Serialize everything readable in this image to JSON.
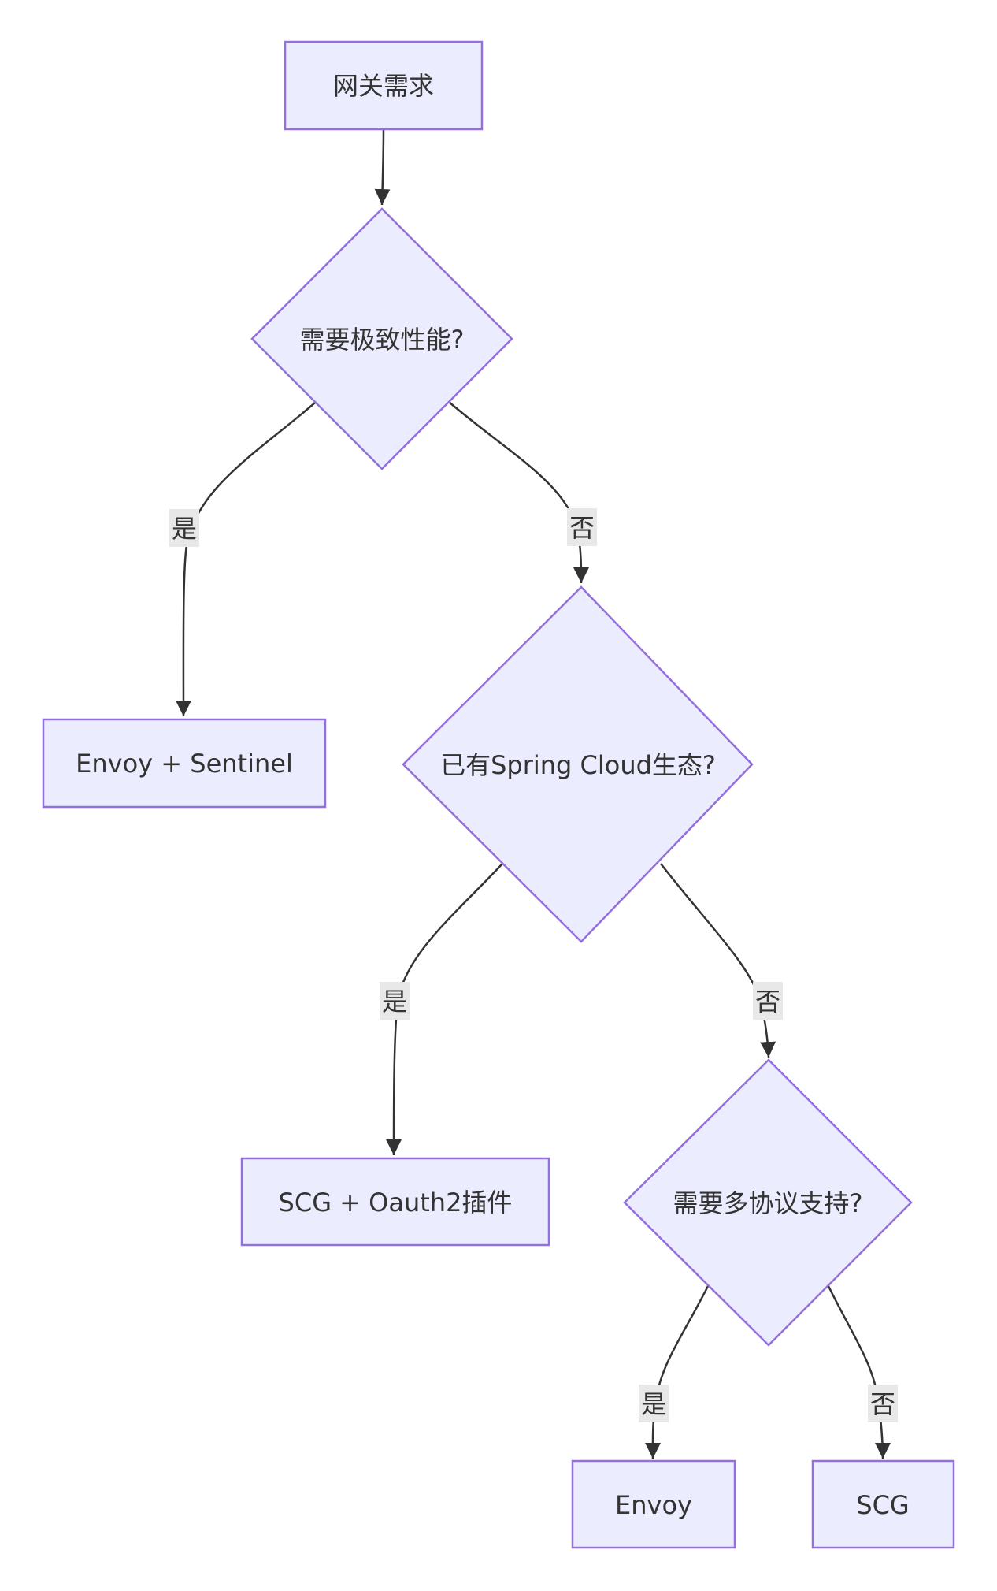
{
  "diagram_type": "flowchart-decision-tree",
  "colors": {
    "background": "#ffffff",
    "node_fill": "#ECECFF",
    "node_border": "#9370DB",
    "edge_color": "#333333",
    "text_color": "#333333",
    "edge_label_bg": "#e8e8e8"
  },
  "nodes": {
    "start": {
      "label": "网关需求",
      "shape": "rect"
    },
    "q_performance": {
      "label": "需要极致性能?",
      "shape": "diamond"
    },
    "envoy_sentinel": {
      "label": "Envoy + Sentinel",
      "shape": "rect"
    },
    "q_spring_cloud": {
      "label": "已有Spring Cloud生态?",
      "shape": "diamond"
    },
    "scg_oauth2": {
      "label": "SCG + Oauth2插件",
      "shape": "rect"
    },
    "q_multi_protocol": {
      "label": "需要多协议支持?",
      "shape": "diamond"
    },
    "envoy": {
      "label": "Envoy",
      "shape": "rect"
    },
    "scg": {
      "label": "SCG",
      "shape": "rect"
    }
  },
  "edges": {
    "start_to_performance": {
      "from": "start",
      "to": "q_performance",
      "label": ""
    },
    "performance_yes": {
      "from": "q_performance",
      "to": "envoy_sentinel",
      "label": "是"
    },
    "performance_no": {
      "from": "q_performance",
      "to": "q_spring_cloud",
      "label": "否"
    },
    "spring_yes": {
      "from": "q_spring_cloud",
      "to": "scg_oauth2",
      "label": "是"
    },
    "spring_no": {
      "from": "q_spring_cloud",
      "to": "q_multi_protocol",
      "label": "否"
    },
    "multi_yes": {
      "from": "q_multi_protocol",
      "to": "envoy",
      "label": "是"
    },
    "multi_no": {
      "from": "q_multi_protocol",
      "to": "scg",
      "label": "否"
    }
  }
}
